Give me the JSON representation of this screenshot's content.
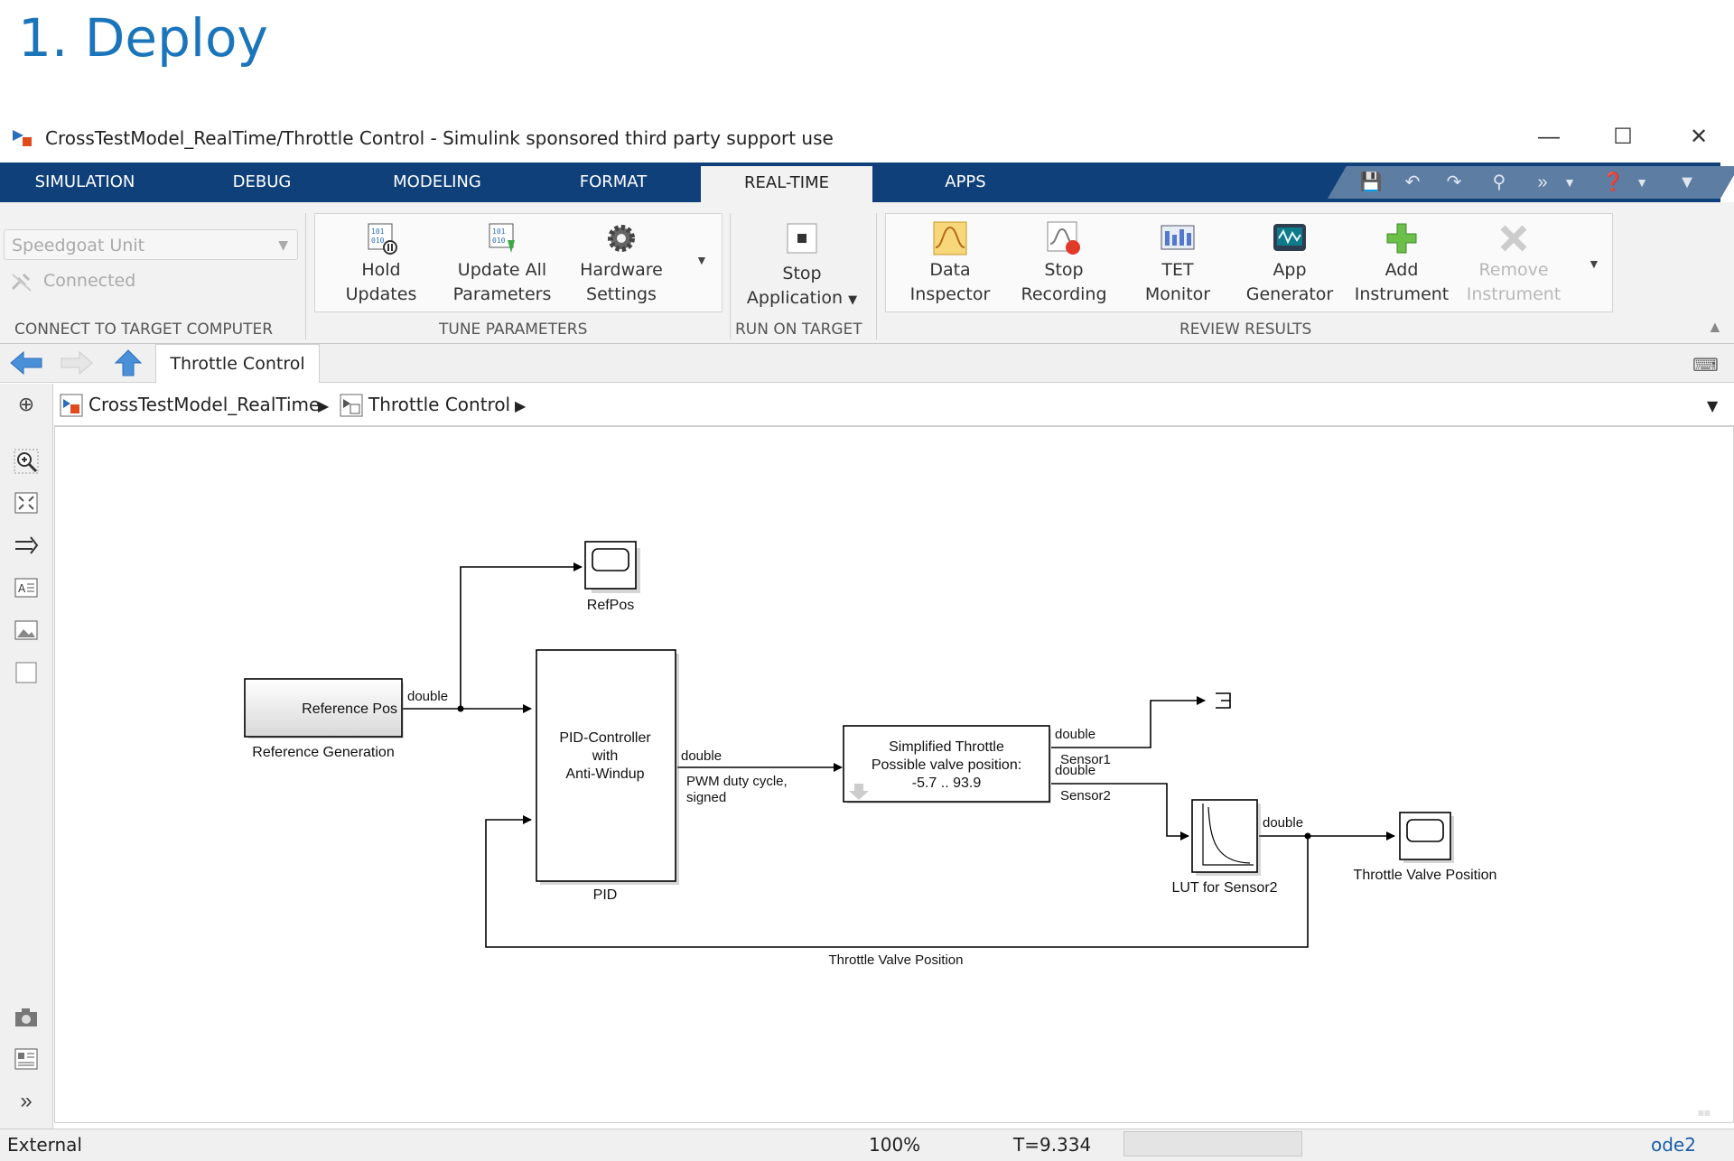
{
  "slide_title": "1. Deploy",
  "window": {
    "title": "CrossTestModel_RealTime/Throttle Control - Simulink sponsored third party support use",
    "controls": [
      "minimize-icon",
      "maximize-icon",
      "close-icon"
    ]
  },
  "tabs": [
    {
      "label": "SIMULATION"
    },
    {
      "label": "DEBUG"
    },
    {
      "label": "MODELING"
    },
    {
      "label": "FORMAT"
    },
    {
      "label": "REAL-TIME",
      "active": true
    },
    {
      "label": "APPS"
    }
  ],
  "quick_access_icons": [
    "save-icon",
    "undo-icon",
    "redo-icon",
    "search-icon",
    "step-icon",
    "help-icon",
    "options-icon"
  ],
  "ribbon": {
    "connect": {
      "target_value": "Speedgoat Unit",
      "status": "Connected",
      "section_label": "CONNECT TO TARGET COMPUTER"
    },
    "tune": {
      "hold_updates": [
        "Hold",
        "Updates"
      ],
      "update_all": [
        "Update All",
        "Parameters"
      ],
      "hardware": [
        "Hardware",
        "Settings"
      ],
      "section_label": "TUNE PARAMETERS"
    },
    "run": {
      "stop_app": [
        "Stop",
        "Application"
      ],
      "section_label": "RUN ON TARGET"
    },
    "review": {
      "data_inspector": [
        "Data",
        "Inspector"
      ],
      "stop_recording": [
        "Stop",
        "Recording"
      ],
      "tet_monitor": [
        "TET",
        "Monitor"
      ],
      "app_generator": [
        "App",
        "Generator"
      ],
      "add_instrument": [
        "Add",
        "Instrument"
      ],
      "remove_instrument": [
        "Remove",
        "Instrument"
      ],
      "section_label": "REVIEW RESULTS"
    }
  },
  "nav": {
    "doc_tab": "Throttle Control"
  },
  "breadcrumb": {
    "root": "CrossTestModel_RealTime",
    "child": "Throttle Control"
  },
  "model": {
    "refpos_label": "RefPos",
    "ref_block_text": "Reference Pos",
    "ref_block_name": "Reference Generation",
    "sig_double_1": "double",
    "pid_text": [
      "PID-Controller",
      "with",
      "Anti-Windup"
    ],
    "pid_name": "PID",
    "sig_double_2": "double",
    "pwm_label": [
      "PWM duty cycle,",
      "signed"
    ],
    "throttle_text": [
      "Simplified Throttle",
      "Possible valve position:",
      "-5.7 .. 93.9"
    ],
    "sig_double_3": "double",
    "sensor1": "Sensor1",
    "sig_double_4": "double",
    "sensor2": "Sensor2",
    "lut_name": "LUT for Sensor2",
    "sig_double_5": "double",
    "scope_name": "Throttle Valve Position",
    "feedback_label": "Throttle Valve Position"
  },
  "status": {
    "mode": "External",
    "zoom": "100%",
    "time": "T=9.334",
    "solver": "ode2"
  }
}
